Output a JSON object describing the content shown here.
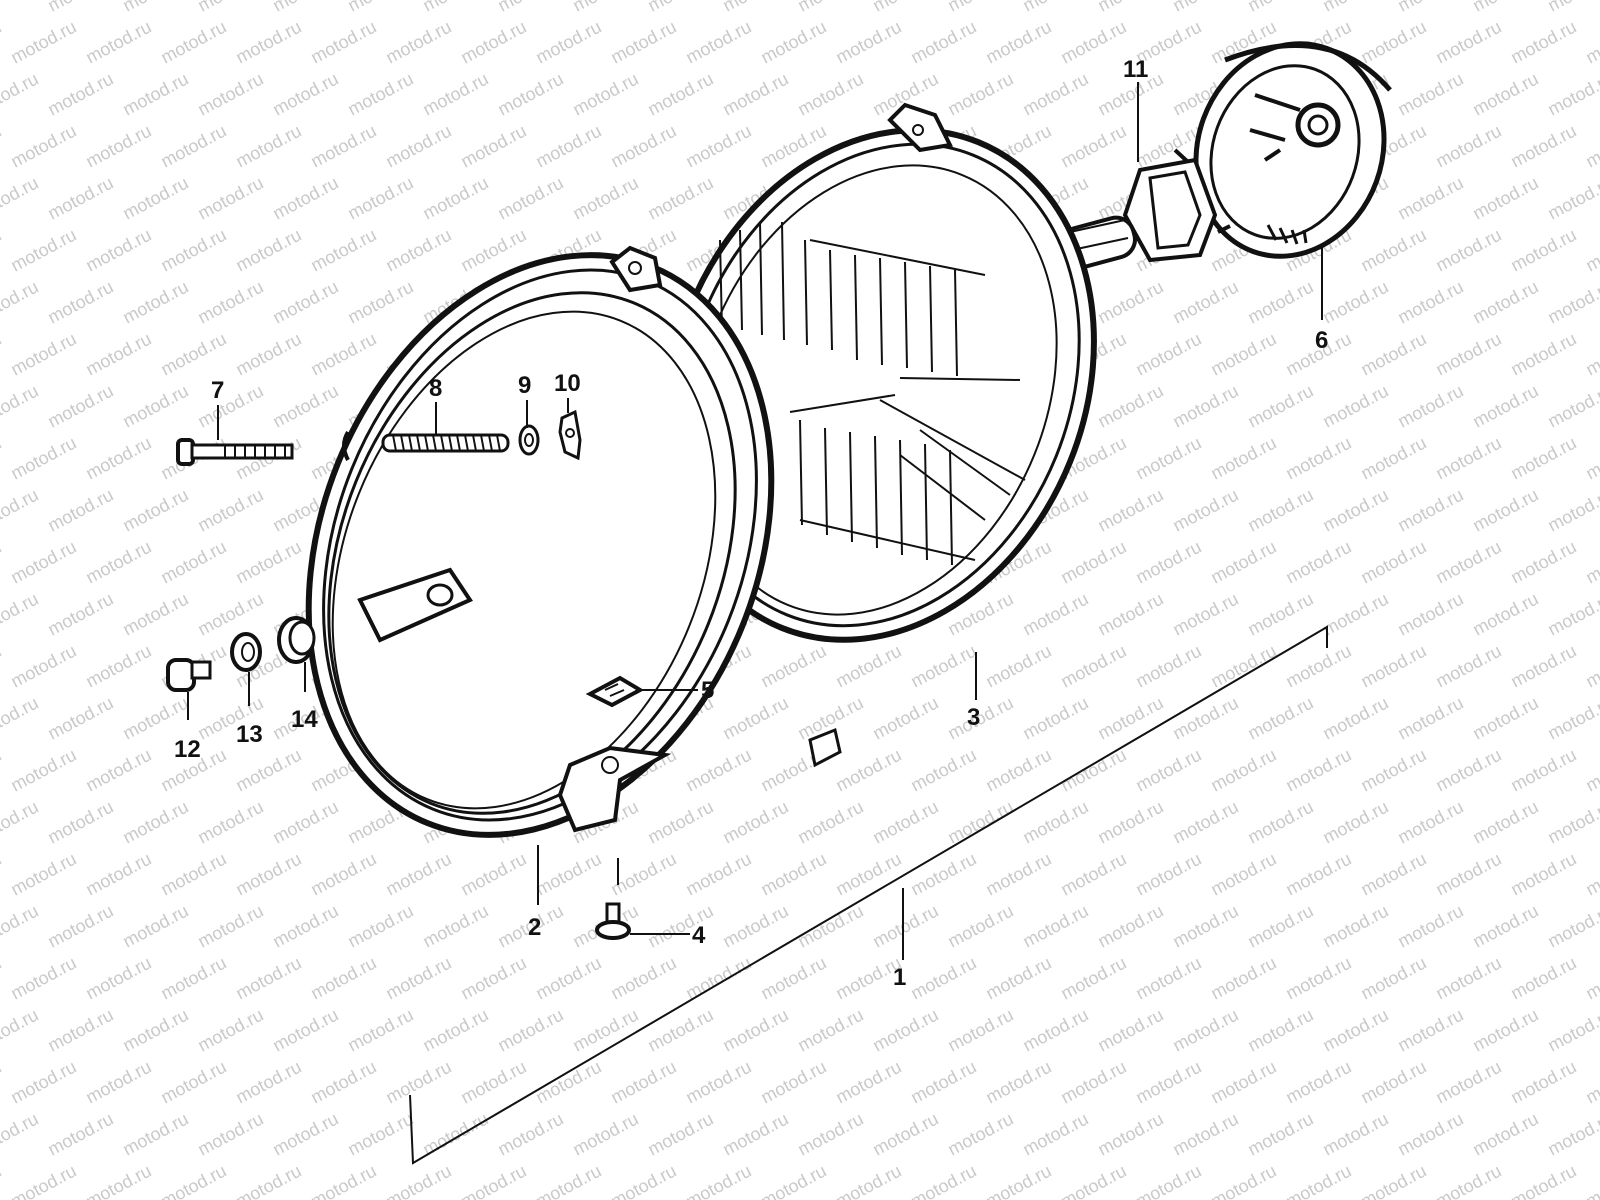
{
  "diagram": {
    "watermark": "motod.ru",
    "colors": {
      "ink": "#111111",
      "watermark": "#c9c9c9",
      "background": "#ffffff"
    },
    "callouts": {
      "c1": "1",
      "c2": "2",
      "c3": "3",
      "c4": "4",
      "c5": "5",
      "c6": "6",
      "c7": "7",
      "c8": "8",
      "c9": "9",
      "c10": "10",
      "c11": "11",
      "c12": "12",
      "c13": "13",
      "c14": "14"
    }
  }
}
